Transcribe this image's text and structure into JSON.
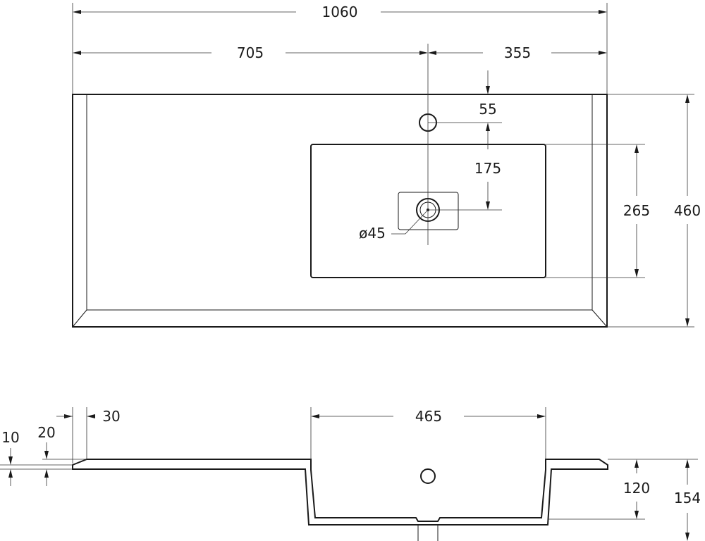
{
  "drawing": {
    "top_view": {
      "overall_width": "1060",
      "left_to_tap": "705",
      "tap_to_right": "355",
      "edge_to_tap_hole": "55",
      "tap_to_drain": "175",
      "bowl_depth": "265",
      "overall_depth": "460",
      "drain_diameter": "ø45"
    },
    "side_view": {
      "rim_step": "30",
      "edge_height": "20",
      "lip_height": "10",
      "bowl_width": "465",
      "bowl_height": "120",
      "total_height": "154"
    }
  }
}
